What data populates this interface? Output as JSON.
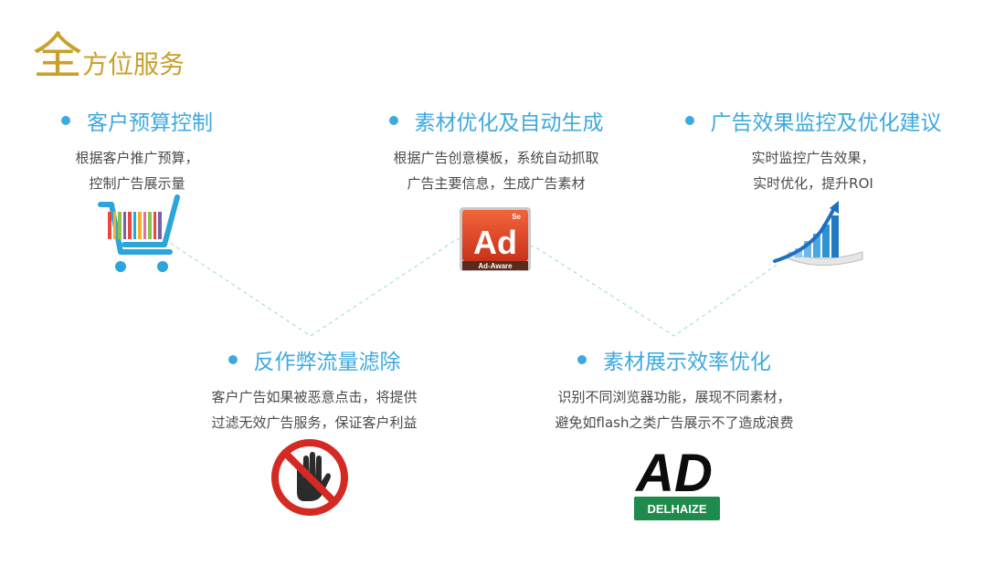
{
  "title": {
    "first_char": "全",
    "rest": "方位服务"
  },
  "features": [
    {
      "title": "客户预算控制",
      "lines": [
        "根据客户推广预算，",
        "控制广告展示量"
      ],
      "icon": "shopping-cart-icon"
    },
    {
      "title": "素材优化及自动生成",
      "lines": [
        "根据广告创意模板，系统自动抓取",
        "广告主要信息，生成广告素材"
      ],
      "icon": "ad-aware-icon"
    },
    {
      "title": "广告效果监控及优化建议",
      "lines": [
        "实时监控广告效果，",
        "实时优化，提升ROI"
      ],
      "icon": "growth-chart-icon"
    },
    {
      "title": "反作弊流量滤除",
      "lines": [
        "客户广告如果被恶意点击，将提供",
        "过滤无效广告服务，保证客户利益"
      ],
      "icon": "no-hand-icon"
    },
    {
      "title": "素材展示效率优化",
      "lines": [
        "识别不同浏览器功能，展现不同素材，",
        "避免如flash之类广告展示不了造成浪费"
      ],
      "icon": "ad-delhaize-logo"
    }
  ],
  "icons": {
    "ad_aware": {
      "corner": "Se",
      "main": "Ad",
      "caption": "Ad-Aware"
    },
    "delhaize": {
      "letters": "AD",
      "label": "DELHAIZE"
    }
  },
  "colors": {
    "accent_gold": "#c9a02b",
    "accent_blue": "#3fa9dd",
    "text": "#4a4a4a"
  }
}
